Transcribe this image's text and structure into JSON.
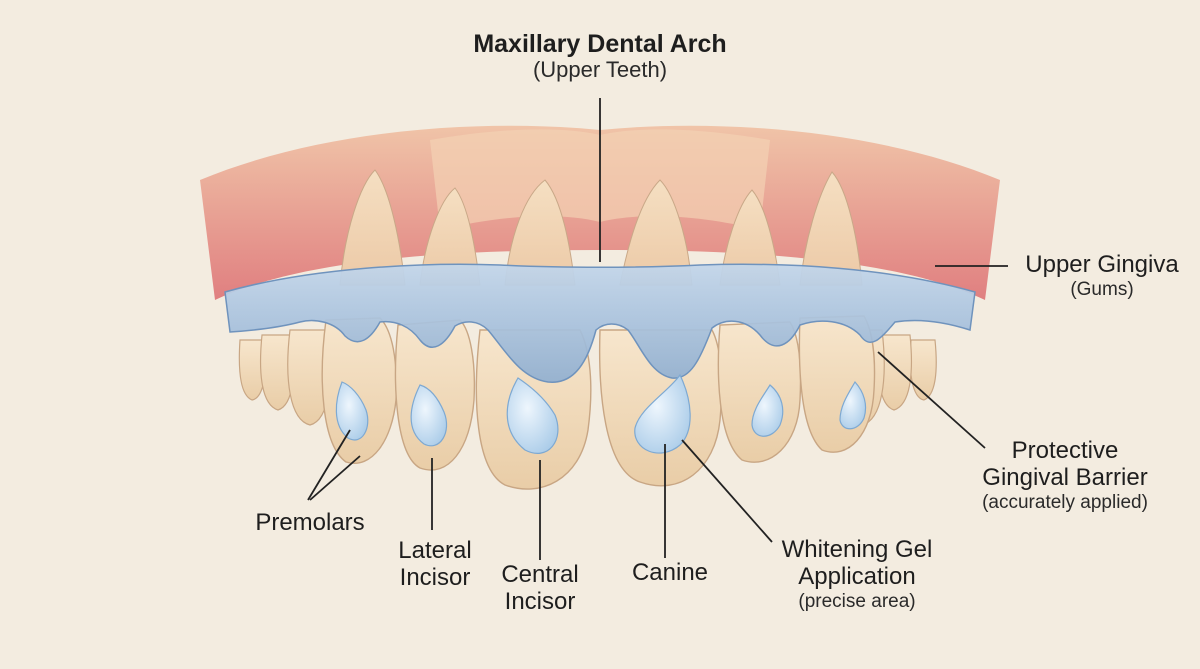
{
  "title": {
    "main": "Maxillary Dental Arch",
    "sub": "(Upper Teeth)"
  },
  "labels": {
    "gingiva": {
      "main": "Upper Gingiva",
      "sub": "(Gums)"
    },
    "barrier": {
      "line1": "Protective",
      "line2": "Gingival Barrier",
      "sub": "(accurately applied)"
    },
    "gel": {
      "line1": "Whitening Gel",
      "line2": "Application",
      "sub": "(precise area)"
    },
    "premolars": "Premolars",
    "lateral": {
      "line1": "Lateral",
      "line2": "Incisor"
    },
    "central": {
      "line1": "Central",
      "line2": "Incisor"
    },
    "canine": "Canine"
  },
  "colors": {
    "background": "#f3ece0",
    "gum": "#e3908b",
    "tooth": "#f1dcbe",
    "barrier": "#9ab7d6",
    "gel": "#bcd8ef"
  }
}
